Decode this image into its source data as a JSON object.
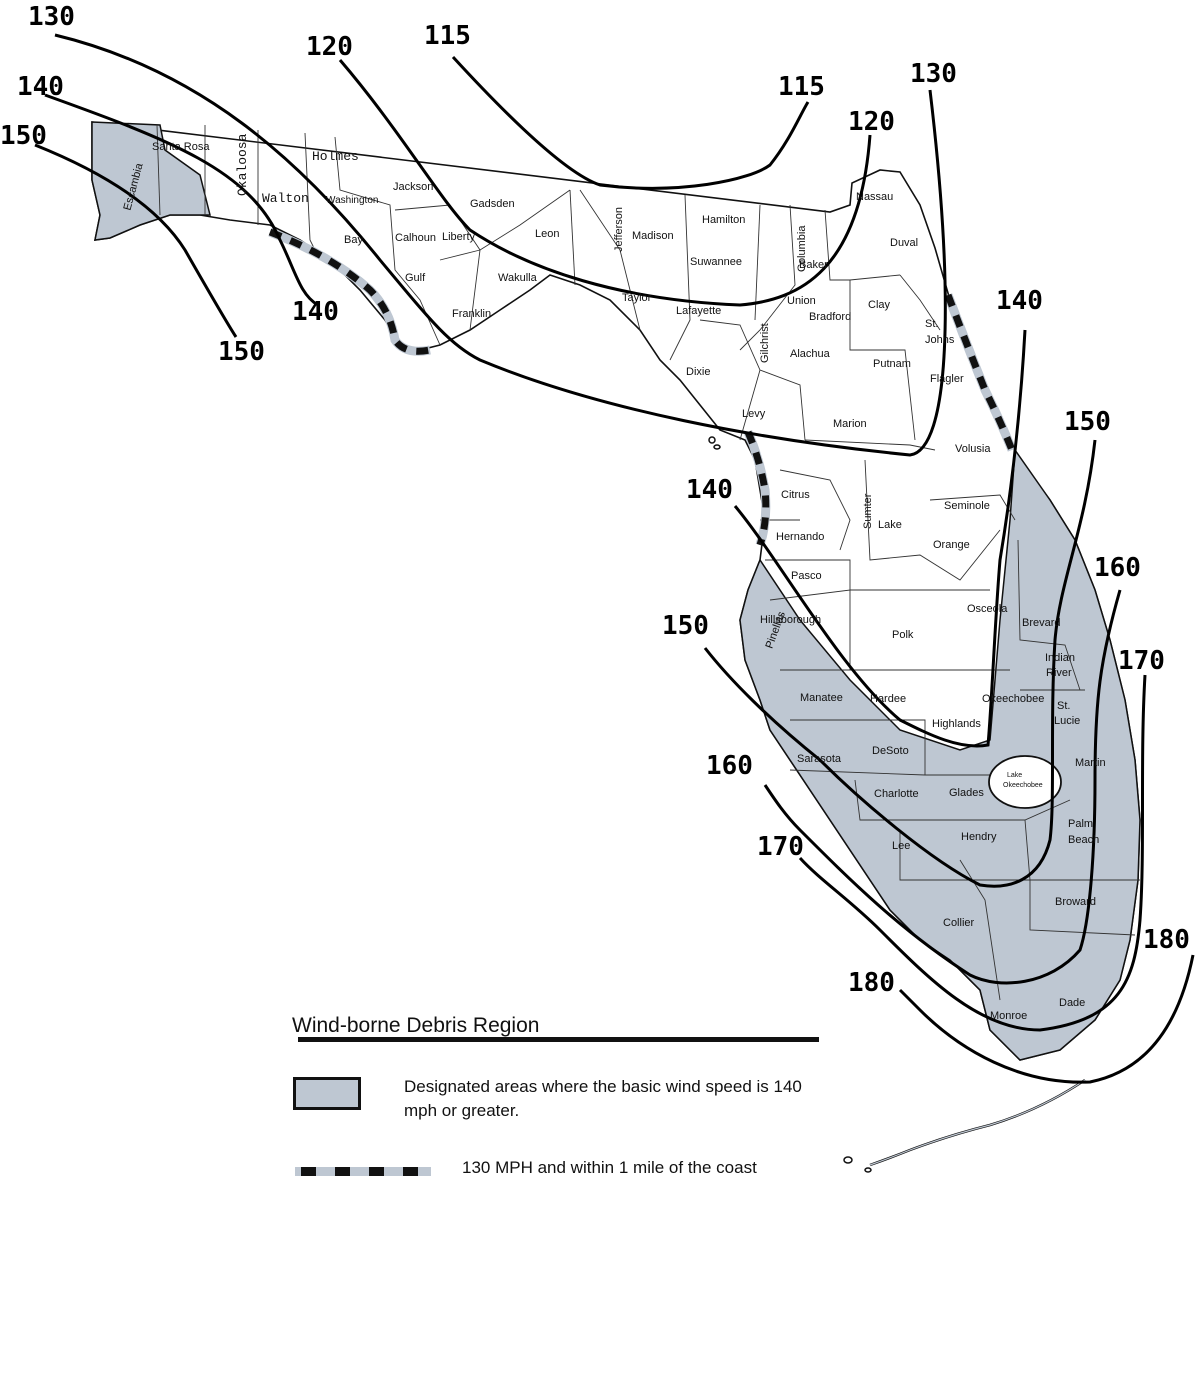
{
  "legend": {
    "title": "Wind-borne Debris Region",
    "item1": "Designated areas where the basic wind speed is 140 mph or greater.",
    "item2": "130 MPH and within 1 mile of the coast"
  },
  "colors": {
    "debris_region": "#bec7d2",
    "outline": "#111111"
  },
  "contour_labels": {
    "l130a": "130",
    "l140a": "140",
    "l150a": "150",
    "l120a": "120",
    "l115a": "115",
    "l115b": "115",
    "l120b": "120",
    "l130b": "130",
    "l140b": "140",
    "l150b": "150",
    "l140c": "140",
    "l150c": "150",
    "l140d": "140",
    "l150d": "150",
    "l160a": "160",
    "l170a": "170",
    "l160b": "160",
    "l170b": "170",
    "l180a": "180",
    "l180b": "180"
  },
  "counties": {
    "santa_rosa": "Santa Rosa",
    "escambia": "Escambia",
    "okaloosa": "Okaloosa",
    "walton": "Walton",
    "holmes": "Holmes",
    "washington": "Washington",
    "jackson": "Jackson",
    "bay": "Bay",
    "calhoun": "Calhoun",
    "gulf": "Gulf",
    "liberty": "Liberty",
    "franklin": "Franklin",
    "gadsden": "Gadsden",
    "leon": "Leon",
    "wakulla": "Wakulla",
    "jefferson": "Jefferson",
    "madison": "Madison",
    "taylor": "Taylor",
    "hamilton": "Hamilton",
    "suwannee": "Suwannee",
    "lafayette": "Lafayette",
    "columbia": "Columbia",
    "baker": "Baker",
    "nassau": "Nassau",
    "duval": "Duval",
    "union": "Union",
    "bradford": "Bradford",
    "clay": "Clay",
    "st_johns_1": "St.",
    "st_johns_2": "Johns",
    "gilchrist": "Gilchrist",
    "alachua": "Alachua",
    "putnam": "Putnam",
    "flagler": "Flagler",
    "dixie": "Dixie",
    "levy": "Levy",
    "marion": "Marion",
    "volusia": "Volusia",
    "citrus": "Citrus",
    "sumter": "Sumter",
    "lake": "Lake",
    "seminole": "Seminole",
    "hernando": "Hernando",
    "orange": "Orange",
    "pasco": "Pasco",
    "osceola": "Osceola",
    "pinellas": "Pinellas",
    "hillsborough": "Hillsborough",
    "polk": "Polk",
    "brevard": "Brevard",
    "indian_river_1": "Indian",
    "indian_river_2": "River",
    "manatee": "Manatee",
    "hardee": "Hardee",
    "okeechobee": "Okeechobee",
    "st_lucie_1": "St.",
    "st_lucie_2": "Lucie",
    "highlands": "Highlands",
    "desoto": "DeSoto",
    "sarasota": "Sarasota",
    "martin": "Martin",
    "lake_okeechobee_1": "Lake",
    "lake_okeechobee_2": "Okeechobee",
    "charlotte": "Charlotte",
    "glades": "Glades",
    "palm_beach_1": "Palm",
    "palm_beach_2": "Beach",
    "hendry": "Hendry",
    "lee": "Lee",
    "broward": "Broward",
    "collier": "Collier",
    "dade": "Dade",
    "monroe": "Monroe"
  }
}
